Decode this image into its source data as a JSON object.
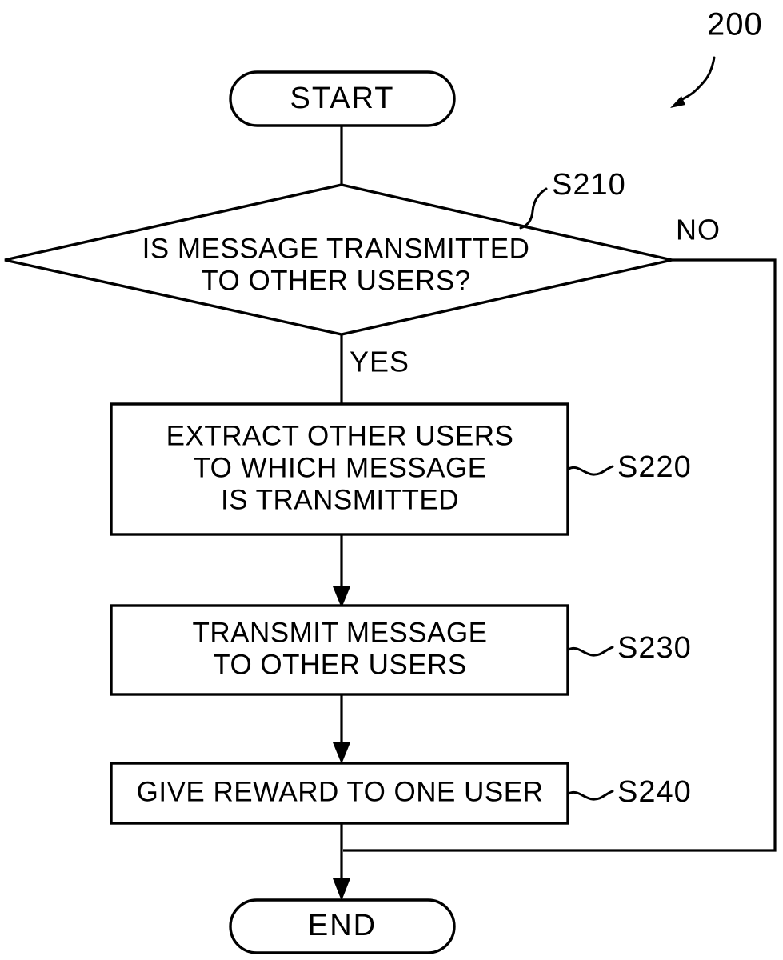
{
  "figure": {
    "reference_numeral": "200"
  },
  "nodes": {
    "start": {
      "label": "START",
      "shape": "terminator"
    },
    "decision": {
      "step_id": "S210",
      "line1": "IS MESSAGE TRANSMITTED",
      "line2": "TO OTHER USERS?",
      "shape": "diamond"
    },
    "extract": {
      "step_id": "S220",
      "line1": "EXTRACT OTHER USERS",
      "line2": "TO WHICH MESSAGE",
      "line3": "IS TRANSMITTED",
      "shape": "process"
    },
    "transmit": {
      "step_id": "S230",
      "line1": "TRANSMIT MESSAGE",
      "line2": "TO OTHER USERS",
      "shape": "process"
    },
    "reward": {
      "step_id": "S240",
      "line1": "GIVE REWARD TO ONE USER",
      "shape": "process"
    },
    "end": {
      "label": "END",
      "shape": "terminator"
    }
  },
  "branches": {
    "yes": "YES",
    "no": "NO"
  },
  "colors": {
    "stroke": "#000000",
    "fill": "#ffffff",
    "background": "#ffffff"
  }
}
